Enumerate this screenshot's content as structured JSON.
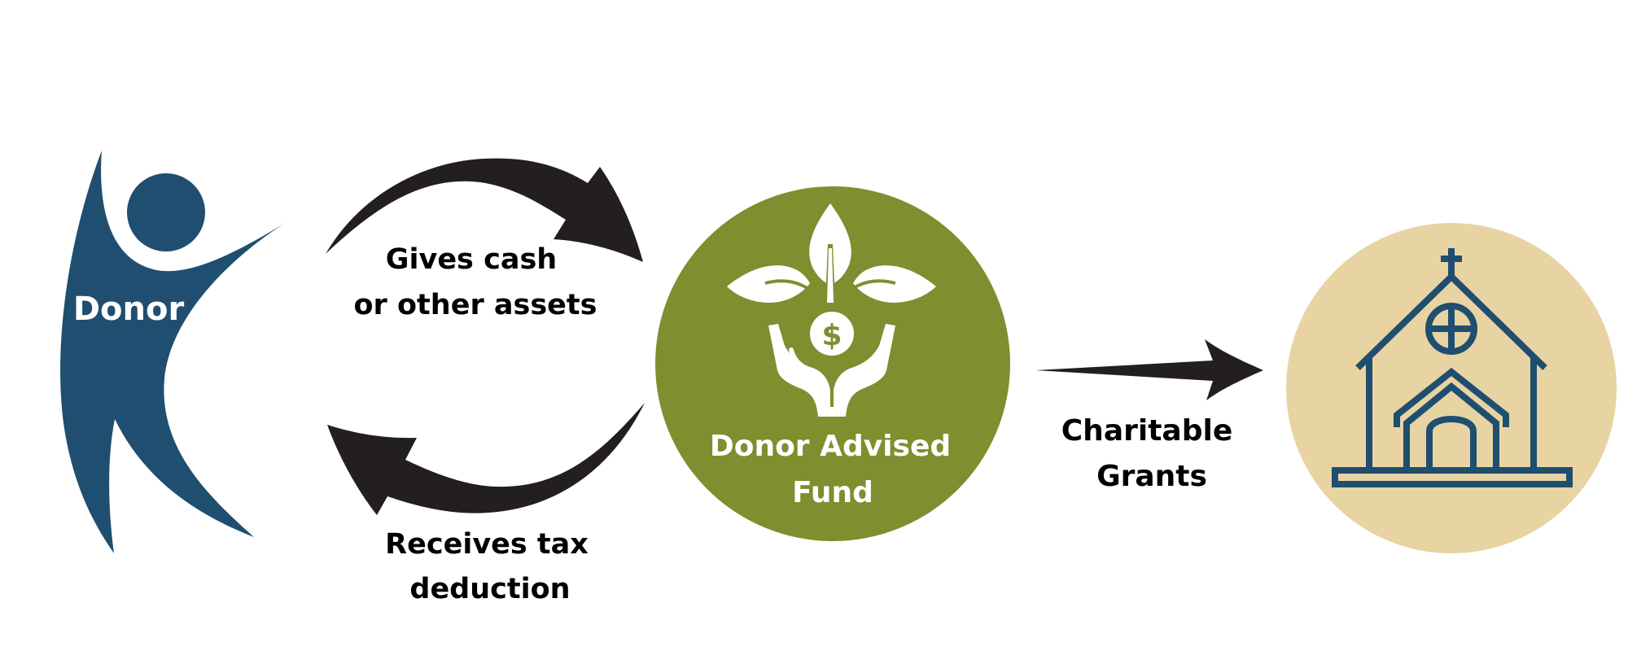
{
  "diagram": {
    "donor": {
      "label": "Donor",
      "color": "#1F4E70",
      "label_color": "#FFFFFF"
    },
    "arrow_top_label": {
      "line1": "Gives cash",
      "line2": "or other assets"
    },
    "arrow_bottom_label": {
      "line1": "Receives tax",
      "line2": "deduction"
    },
    "fund": {
      "line1": "Donor Advised",
      "line2": "Fund",
      "circle_color": "#7F8E2E",
      "icon_color": "#FFFFFF",
      "icon": "hands-plant-dollar-icon"
    },
    "grant_label": {
      "line1": "Charitable",
      "line2": "Grants"
    },
    "charity": {
      "circle_color": "#E8D3A2",
      "icon_color": "#1F4E70",
      "icon": "church-icon"
    },
    "arrow_color": "#231F1E",
    "text_color": "#000000"
  }
}
